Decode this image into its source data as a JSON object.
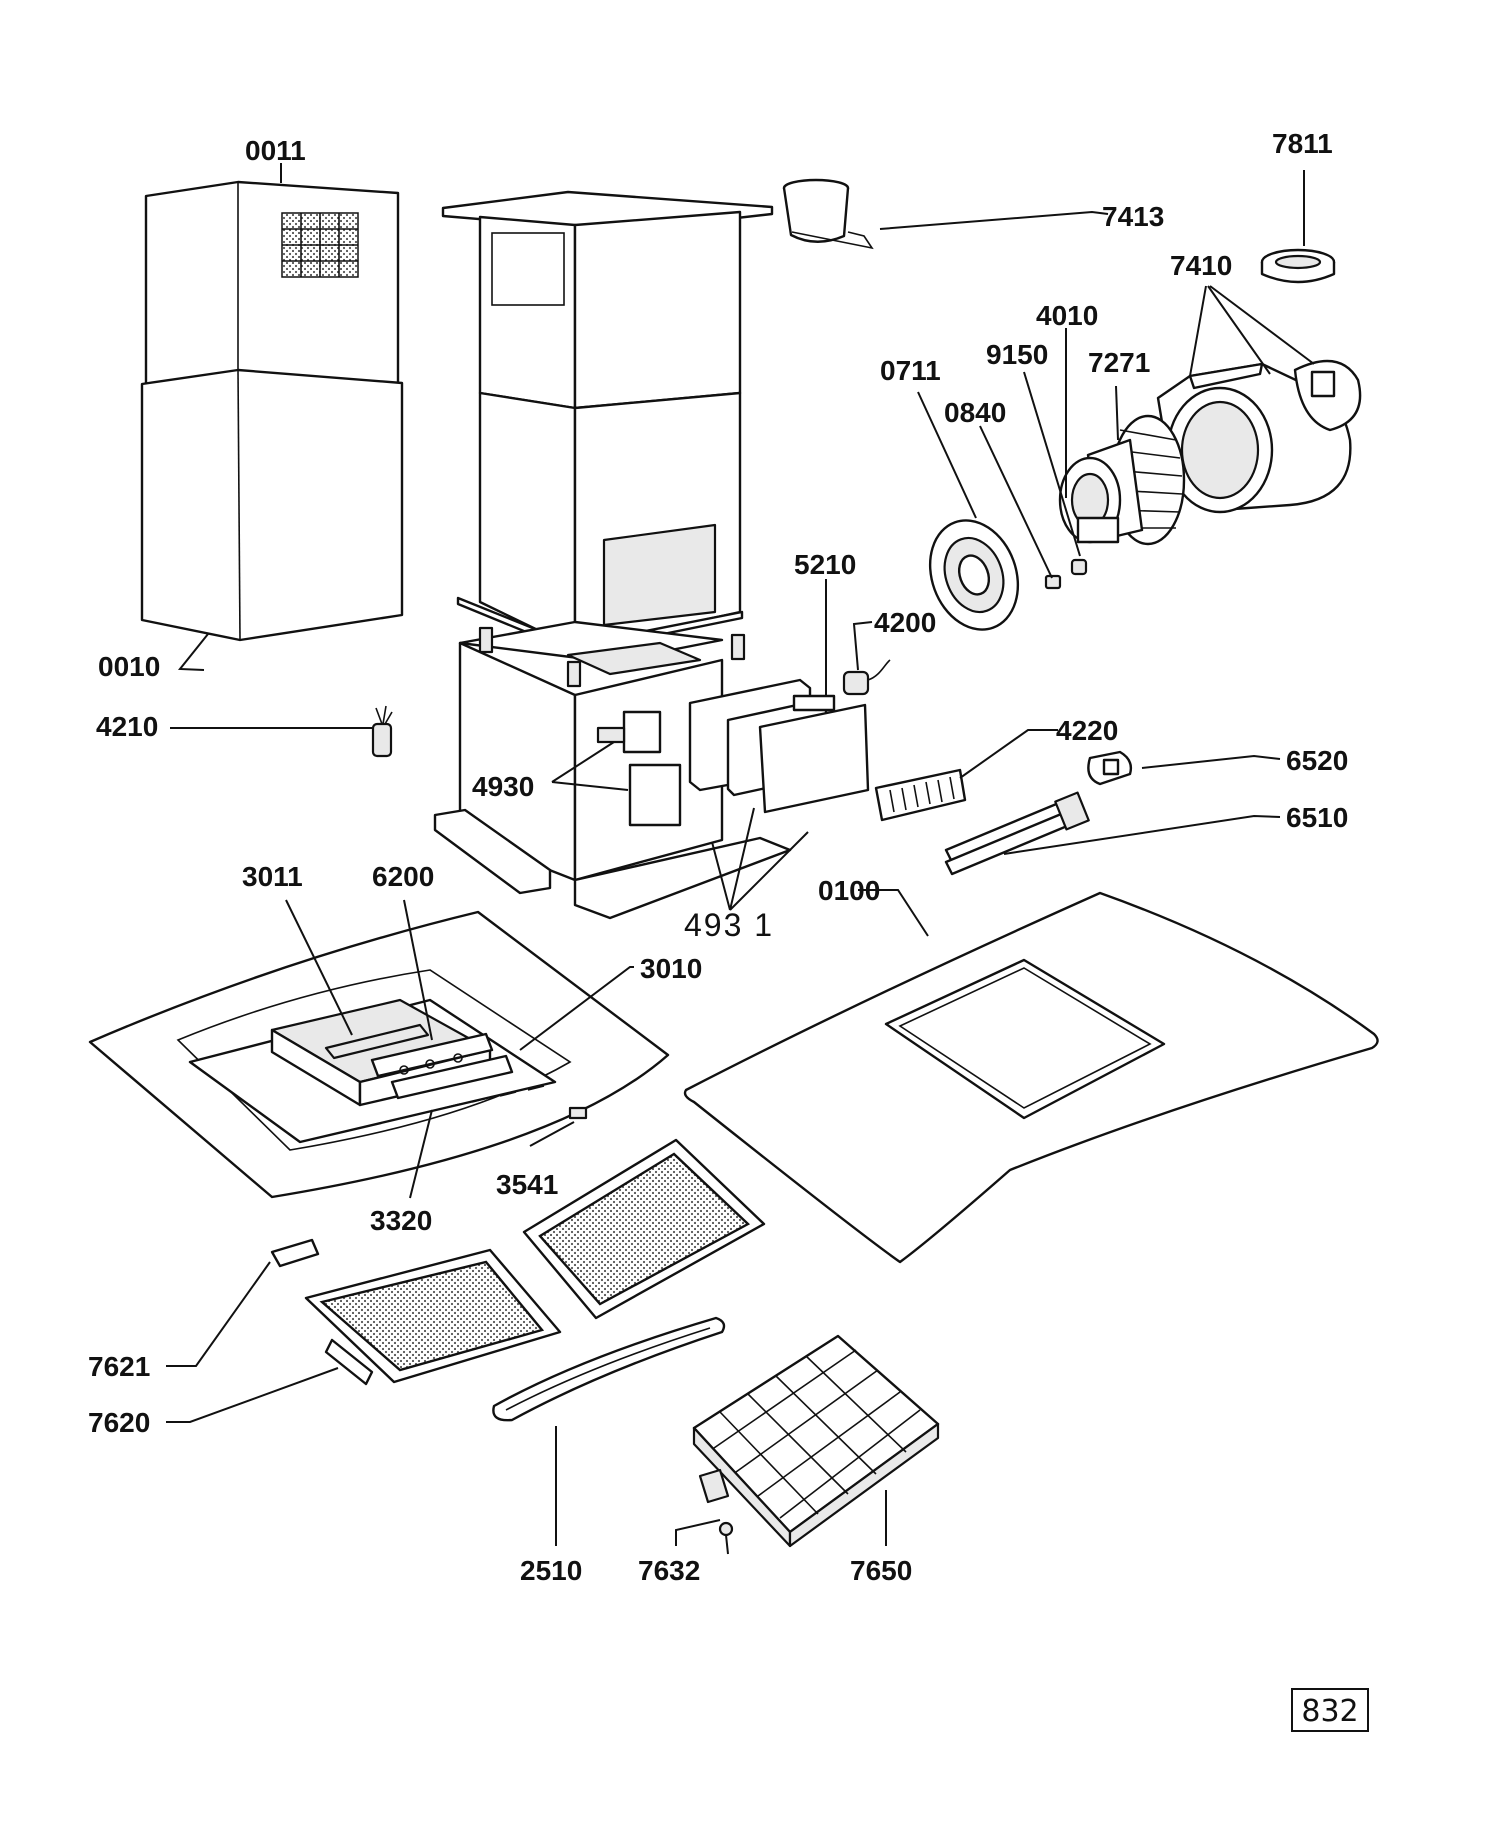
{
  "diagram": {
    "part_numbers": {
      "p0011": "0011",
      "p0010": "0010",
      "p4210": "4210",
      "p7413": "7413",
      "p7811": "7811",
      "p7410": "7410",
      "p4010": "4010",
      "p9150": "9150",
      "p7271": "7271",
      "p0711": "0711",
      "p0840": "0840",
      "p5210": "5210",
      "p4200": "4200",
      "p4220": "4220",
      "p6520": "6520",
      "p6510": "6510",
      "p4930": "4930",
      "p4931": "493 1",
      "p0100": "0100",
      "p3011": "3011",
      "p6200": "6200",
      "p3010": "3010",
      "p3541": "3541",
      "p3320": "3320",
      "p7621": "7621",
      "p7620": "7620",
      "p2510": "2510",
      "p7632": "7632",
      "p7650": "7650"
    },
    "page_reference": "832"
  }
}
